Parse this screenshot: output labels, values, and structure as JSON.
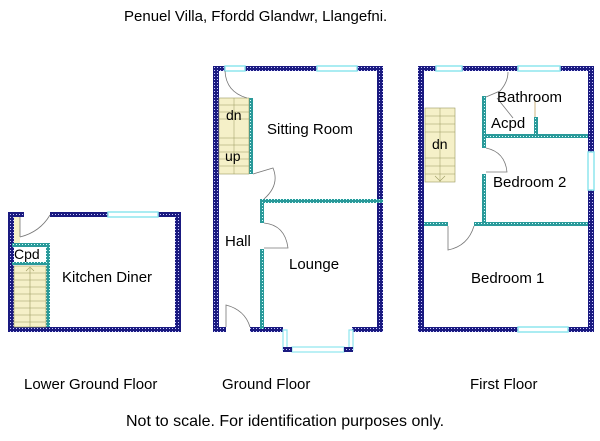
{
  "title": "Penuel Villa, Ffordd Glandwr, Llangefni.",
  "colors": {
    "external_wall": "#1a1a80",
    "internal_wall": "#2a9a9a",
    "window": "#8ee6ee",
    "stairs": "#f5f0c8",
    "door_swing": "#777777"
  },
  "floors": [
    {
      "name": "Lower Ground Floor",
      "rooms": [
        {
          "label": "Kitchen Diner"
        },
        {
          "label": "Cpd"
        }
      ],
      "stairs": []
    },
    {
      "name": "Ground Floor",
      "rooms": [
        {
          "label": "Sitting Room"
        },
        {
          "label": "Hall"
        },
        {
          "label": "Lounge"
        }
      ],
      "stairs": [
        {
          "label": "dn"
        },
        {
          "label": "up"
        }
      ]
    },
    {
      "name": "First Floor",
      "rooms": [
        {
          "label": "Bathroom"
        },
        {
          "label": "Acpd"
        },
        {
          "label": "Bedroom 2"
        },
        {
          "label": "Bedroom 1"
        }
      ],
      "stairs": [
        {
          "label": "dn"
        }
      ]
    }
  ],
  "disclaimer": "Not to scale. For identification purposes only."
}
